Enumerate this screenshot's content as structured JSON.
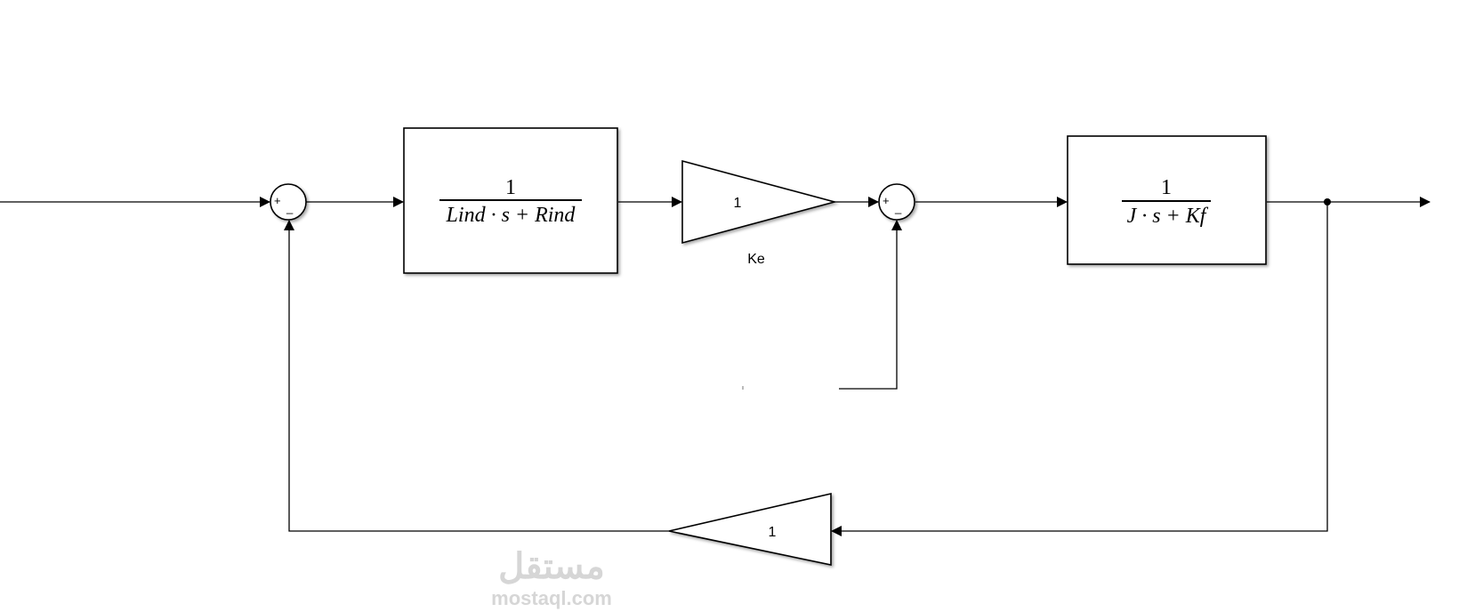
{
  "diagram": {
    "sum1": {
      "signs_top": "+",
      "signs_bottom": "_"
    },
    "tf1": {
      "numerator": "1",
      "denominator": "Lind · s + Rind"
    },
    "gain_ke": {
      "value": "1",
      "label": "Ke"
    },
    "sum2": {
      "signs_top": "+",
      "signs_bottom": "_"
    },
    "tf2": {
      "numerator": "1",
      "denominator": "J · s + Kf"
    },
    "gain_feedback": {
      "value": "1"
    }
  },
  "watermark": {
    "text": "mostaql.com",
    "logo_text": "مستقل"
  }
}
